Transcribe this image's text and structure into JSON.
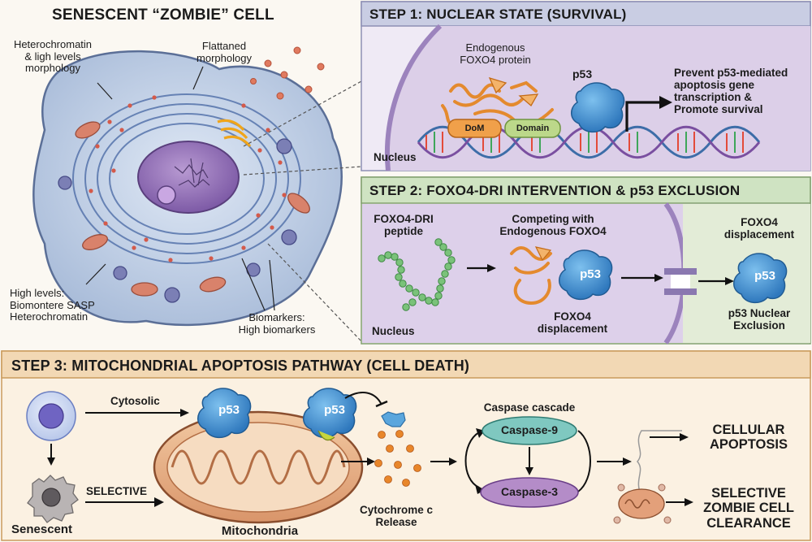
{
  "cell_panel": {
    "title": "SENESCENT “ZOMBIE” CELL",
    "label_heterochromatin": [
      "Heterochromatin",
      "& ligh levels",
      "morphology"
    ],
    "label_flattened": [
      "Flattaned",
      "morphology"
    ],
    "label_high_levels": [
      "High levels:",
      "Biomontere SASP",
      "Heterochromatin"
    ],
    "label_biomarkers": [
      "Biomarkers:",
      "High biomarkers"
    ]
  },
  "step1": {
    "title": "STEP 1: NUCLEAR STATE (SURVIVAL)",
    "protein_label": [
      "Endogenous",
      "FOXO4 protein"
    ],
    "p53_label": "p53",
    "dom_label": "DoM",
    "domain_label": "Domain",
    "outcome_label": [
      "Prevent p53-mediated",
      "apoptosis gene",
      "transcription &",
      "Promote survival"
    ],
    "nucleus_label": "Nucleus"
  },
  "step2": {
    "title": "STEP 2: FOXO4-DRI INTERVENTION & p53 EXCLUSION",
    "peptide_label": [
      "FOXO4-DRI",
      "peptide"
    ],
    "competing_label": [
      "Competing with",
      "Endogenous FOXO4"
    ],
    "complex_p53": "p53",
    "displacement_label": [
      "FOXO4",
      "displacement"
    ],
    "top_displacement_label": [
      "FOXO4",
      "displacement"
    ],
    "free_p53": "p53",
    "exclusion_label": [
      "p53 Nuclear",
      "Exclusion"
    ],
    "nucleus_label": "Nucleus"
  },
  "step3": {
    "title": "STEP 3: MITOCHONDRIAL APOPTOSIS PATHWAY (CELL DEATH)",
    "cytosolic_label": "Cytosolic",
    "p53_a": "p53",
    "p53_b": "p53",
    "selective_label": "SELECTIVE",
    "senescent_label": "Senescent",
    "mitochondria_label": "Mitochondria",
    "cytochrome_label": [
      "Cytochrome c",
      "Release"
    ],
    "caspase_cascade_label": "Caspase cascade",
    "caspase9": "Caspase-9",
    "caspase3": "Caspase-3",
    "apoptosis_label": [
      "CELLULAR",
      "APOPTOSIS"
    ],
    "clearance_label": [
      "SELECTIVE",
      "ZOMBIE CELL",
      "CLEARANCE"
    ]
  },
  "colors": {
    "step1_header": "#c9cde3",
    "step2_header": "#cfe3c2",
    "step3_header": "#f2d8b4",
    "nucleus_purple": "#d9cfe6",
    "p53_blue": "#3a86c8",
    "foxo4_orange": "#e89a3c",
    "caspase9_teal": "#7fc8c0",
    "caspase3_purple": "#b48cc8"
  }
}
